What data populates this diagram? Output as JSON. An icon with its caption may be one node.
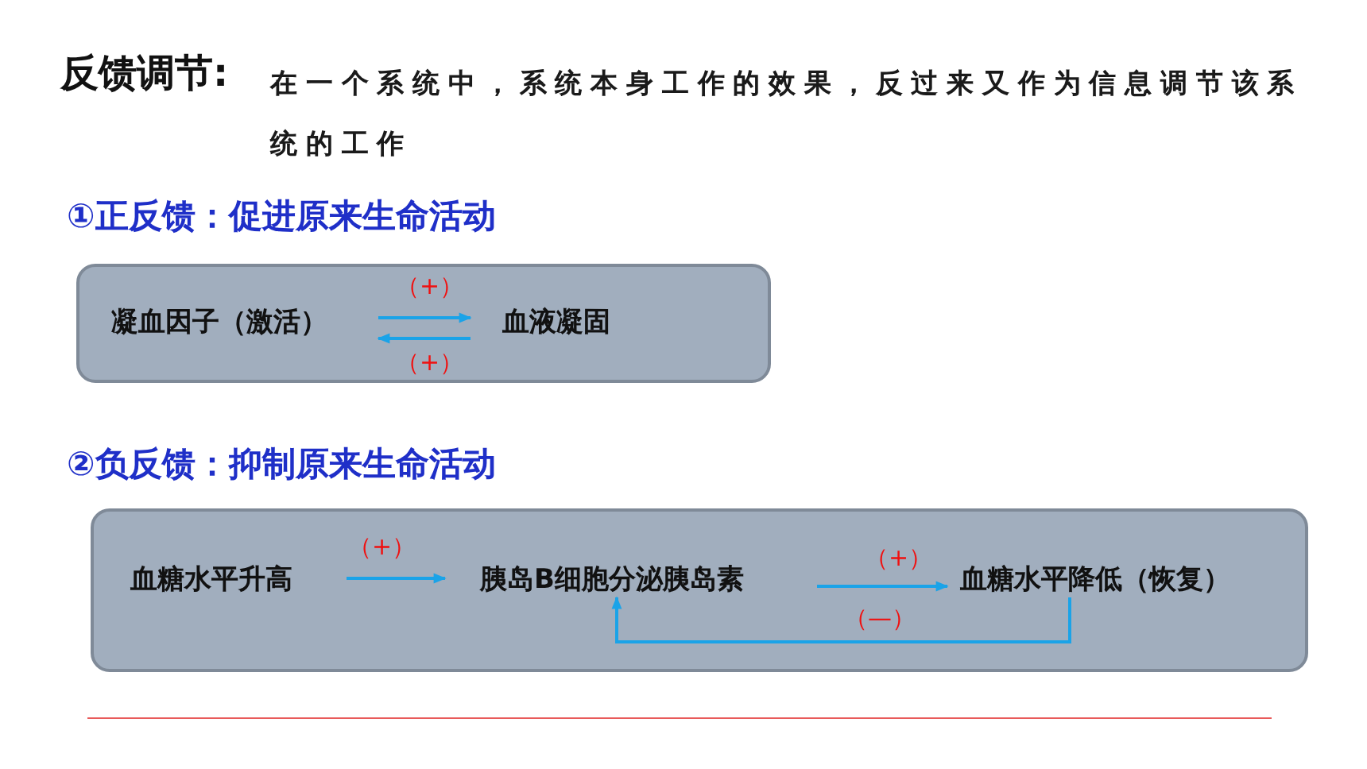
{
  "diagram": {
    "title": "反馈调节:",
    "nodes": [
      {
        "text": [],
        "shape": "box"
      },
      {
        "text": [
          "凝血因子（激活）"
        ],
        "in": 0
      },
      {
        "text": [
          "血液凝固"
        ],
        "in": 0
      },
      {
        "text": [],
        "shape": "box"
      },
      {
        "text": [
          "血糖水平升高"
        ],
        "in": 3
      },
      {
        "text": [
          "胰岛B细胞分泌胰岛素"
        ],
        "in": 3
      },
      {
        "text": [
          "血糖水平降低（恢复）"
        ],
        "in": 3
      }
    ],
    "edges": [
      {
        "from": 1,
        "to": 2,
        "arrow": "to",
        "label": "（+）"
      },
      {
        "from": 2,
        "to": 1,
        "arrow": "to",
        "label": "（+）"
      },
      {
        "from": 4,
        "to": 5,
        "arrow": "to",
        "label": "（+）"
      },
      {
        "from": 5,
        "to": 6,
        "arrow": "to",
        "label": "（+）"
      },
      {
        "from": 6,
        "to": 5,
        "arrow": "to",
        "label": "（—）"
      }
    ],
    "labels": [
      "在一个系统中，系统本身工作的效果，反过来又作为信息调节该系统的工作",
      "①正反馈：促进原来生命活动",
      "②负反馈：抑制原来生命活动"
    ]
  }
}
